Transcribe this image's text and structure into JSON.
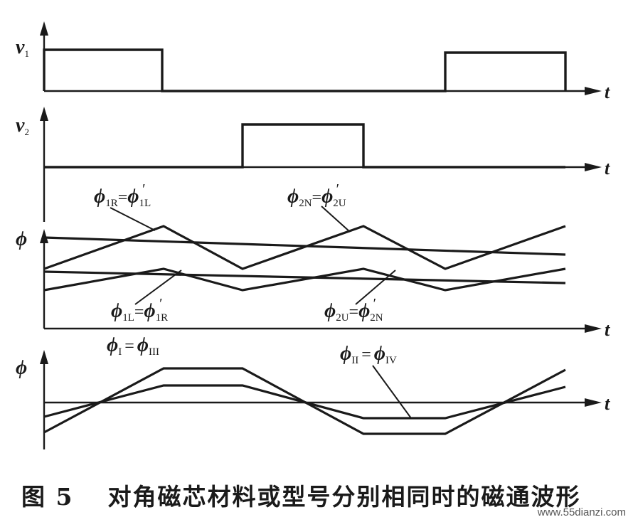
{
  "axis_labels": {
    "v1": "v",
    "v1_sub": "1",
    "v2": "v",
    "v2_sub": "2",
    "phi": "ϕ",
    "t": "t"
  },
  "annotations": {
    "phi_1R_1L": {
      "a": "ϕ",
      "a_sub": "1R",
      "eq": "=",
      "b": "ϕ",
      "b_sub": "1L",
      "prime": "′"
    },
    "phi_2N_2U": {
      "a": "ϕ",
      "a_sub": "2N",
      "eq": "=",
      "b": "ϕ",
      "b_sub": "2U",
      "prime": "′"
    },
    "phi_1L_1R": {
      "a": "ϕ",
      "a_sub": "1L",
      "eq": "=",
      "b": "ϕ",
      "b_sub": "1R",
      "prime": "′"
    },
    "phi_2U_2N": {
      "a": "ϕ",
      "a_sub": "2U",
      "eq": "=",
      "b": "ϕ",
      "b_sub": "2N",
      "prime": "′"
    },
    "phi_I_III": {
      "a": "ϕ",
      "a_sub": "I",
      "eq": "=",
      "b": "ϕ",
      "b_sub": "III"
    },
    "phi_II_IV": {
      "a": "ϕ",
      "a_sub": "II",
      "eq": "=",
      "b": "ϕ",
      "b_sub": "IV"
    }
  },
  "caption": {
    "number": "图 5",
    "text": "对角磁芯材料或型号分别相同时的磁通波形"
  },
  "watermark": "www.55dianzi.com"
}
